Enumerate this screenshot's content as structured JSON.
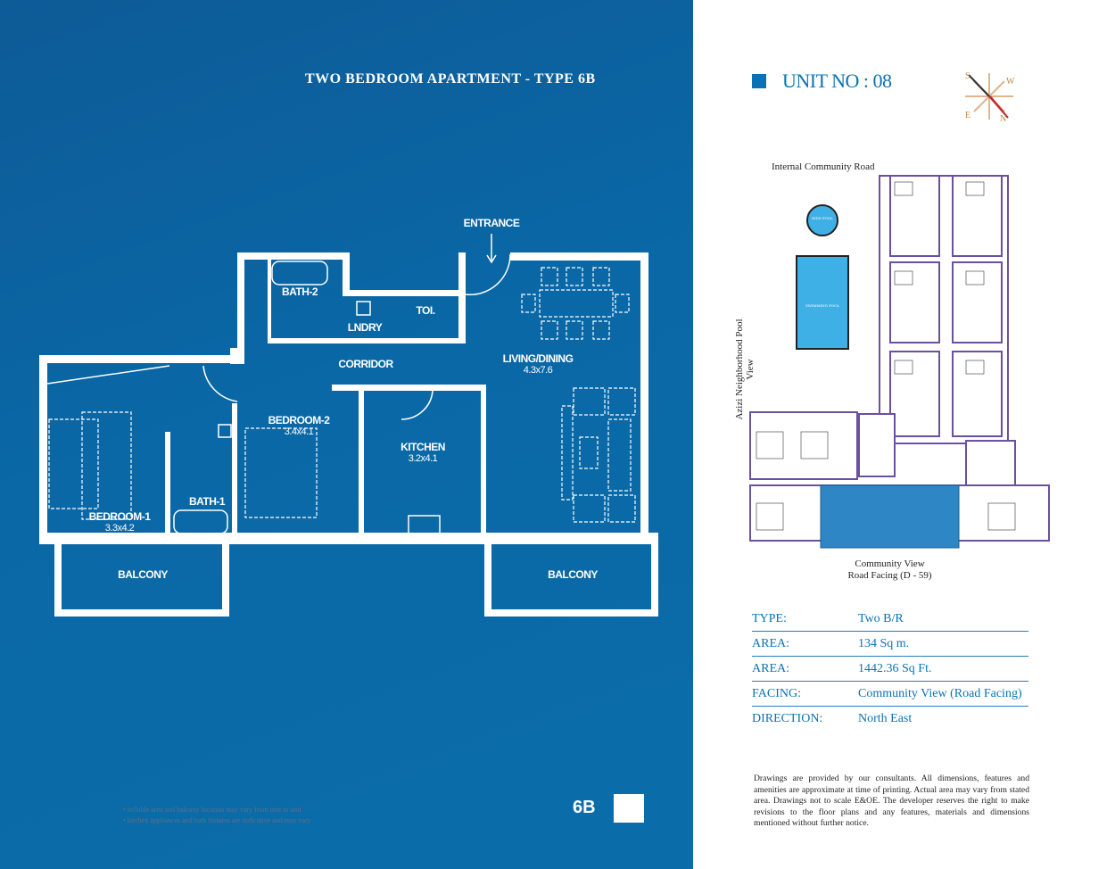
{
  "title": "TWO BEDROOM APARTMENT - TYPE 6B",
  "plan": {
    "entrance": "ENTRANCE",
    "rooms": {
      "bath2": "BATH-2",
      "toi": "TOI.",
      "lndry": "LNDRY",
      "corridor": "CORRIDOR",
      "living": "LIVING/DINING",
      "living_dim": "4.3x7.6",
      "bedroom2": "BEDROOM-2",
      "bedroom2_dim": "3.4x4.1",
      "kitchen": "KITCHEN",
      "kitchen_dim": "3.2x4.1",
      "bath1": "BATH-1",
      "bedroom1": "BEDROOM-1",
      "bedroom1_dim": "3.3x4.2",
      "balcony_left": "BALCONY",
      "balcony_right": "BALCONY"
    }
  },
  "notes": [
    "• sellable area and balcony location may vary from unit to unit",
    "• kitchen appliances and bath fixtures are indicative and may vary"
  ],
  "type_code": "6B",
  "unit_label": "UNIT NO : 08",
  "compass": {
    "n": "N",
    "s": "S",
    "e": "E",
    "w": "W"
  },
  "key_plan": {
    "top_road": "Internal Community Road",
    "side_view": "Azizi Neighborhood Pool View",
    "kids_pool": "KIDS POOL",
    "swimming_pool": "SWIMMING POOL",
    "bottom_view_1": "Community View",
    "bottom_view_2": "Road Facing (D - 59)"
  },
  "info": [
    {
      "key": "TYPE:",
      "value": "Two B/R"
    },
    {
      "key": "AREA:",
      "value": "134 Sq m."
    },
    {
      "key": "AREA:",
      "value": "1442.36 Sq Ft."
    },
    {
      "key": "FACING:",
      "value": "Community View (Road Facing)"
    },
    {
      "key": "DIRECTION:",
      "value": "North East"
    }
  ],
  "disclaimer": "Drawings are provided by our consultants. All dimensions, features and amenities are approximate at time of printing. Actual area may vary from stated area. Drawings not to scale E&OE. The developer reserves the right to make revisions to the floor plans and any features, materials and dimensions mentioned without further notice.",
  "colors": {
    "brand_blue": "#0a72b4",
    "panel_blue": "#0a68a6",
    "keyplan_purple": "#6b4fa0",
    "pool_blue": "#3fb0e6"
  }
}
